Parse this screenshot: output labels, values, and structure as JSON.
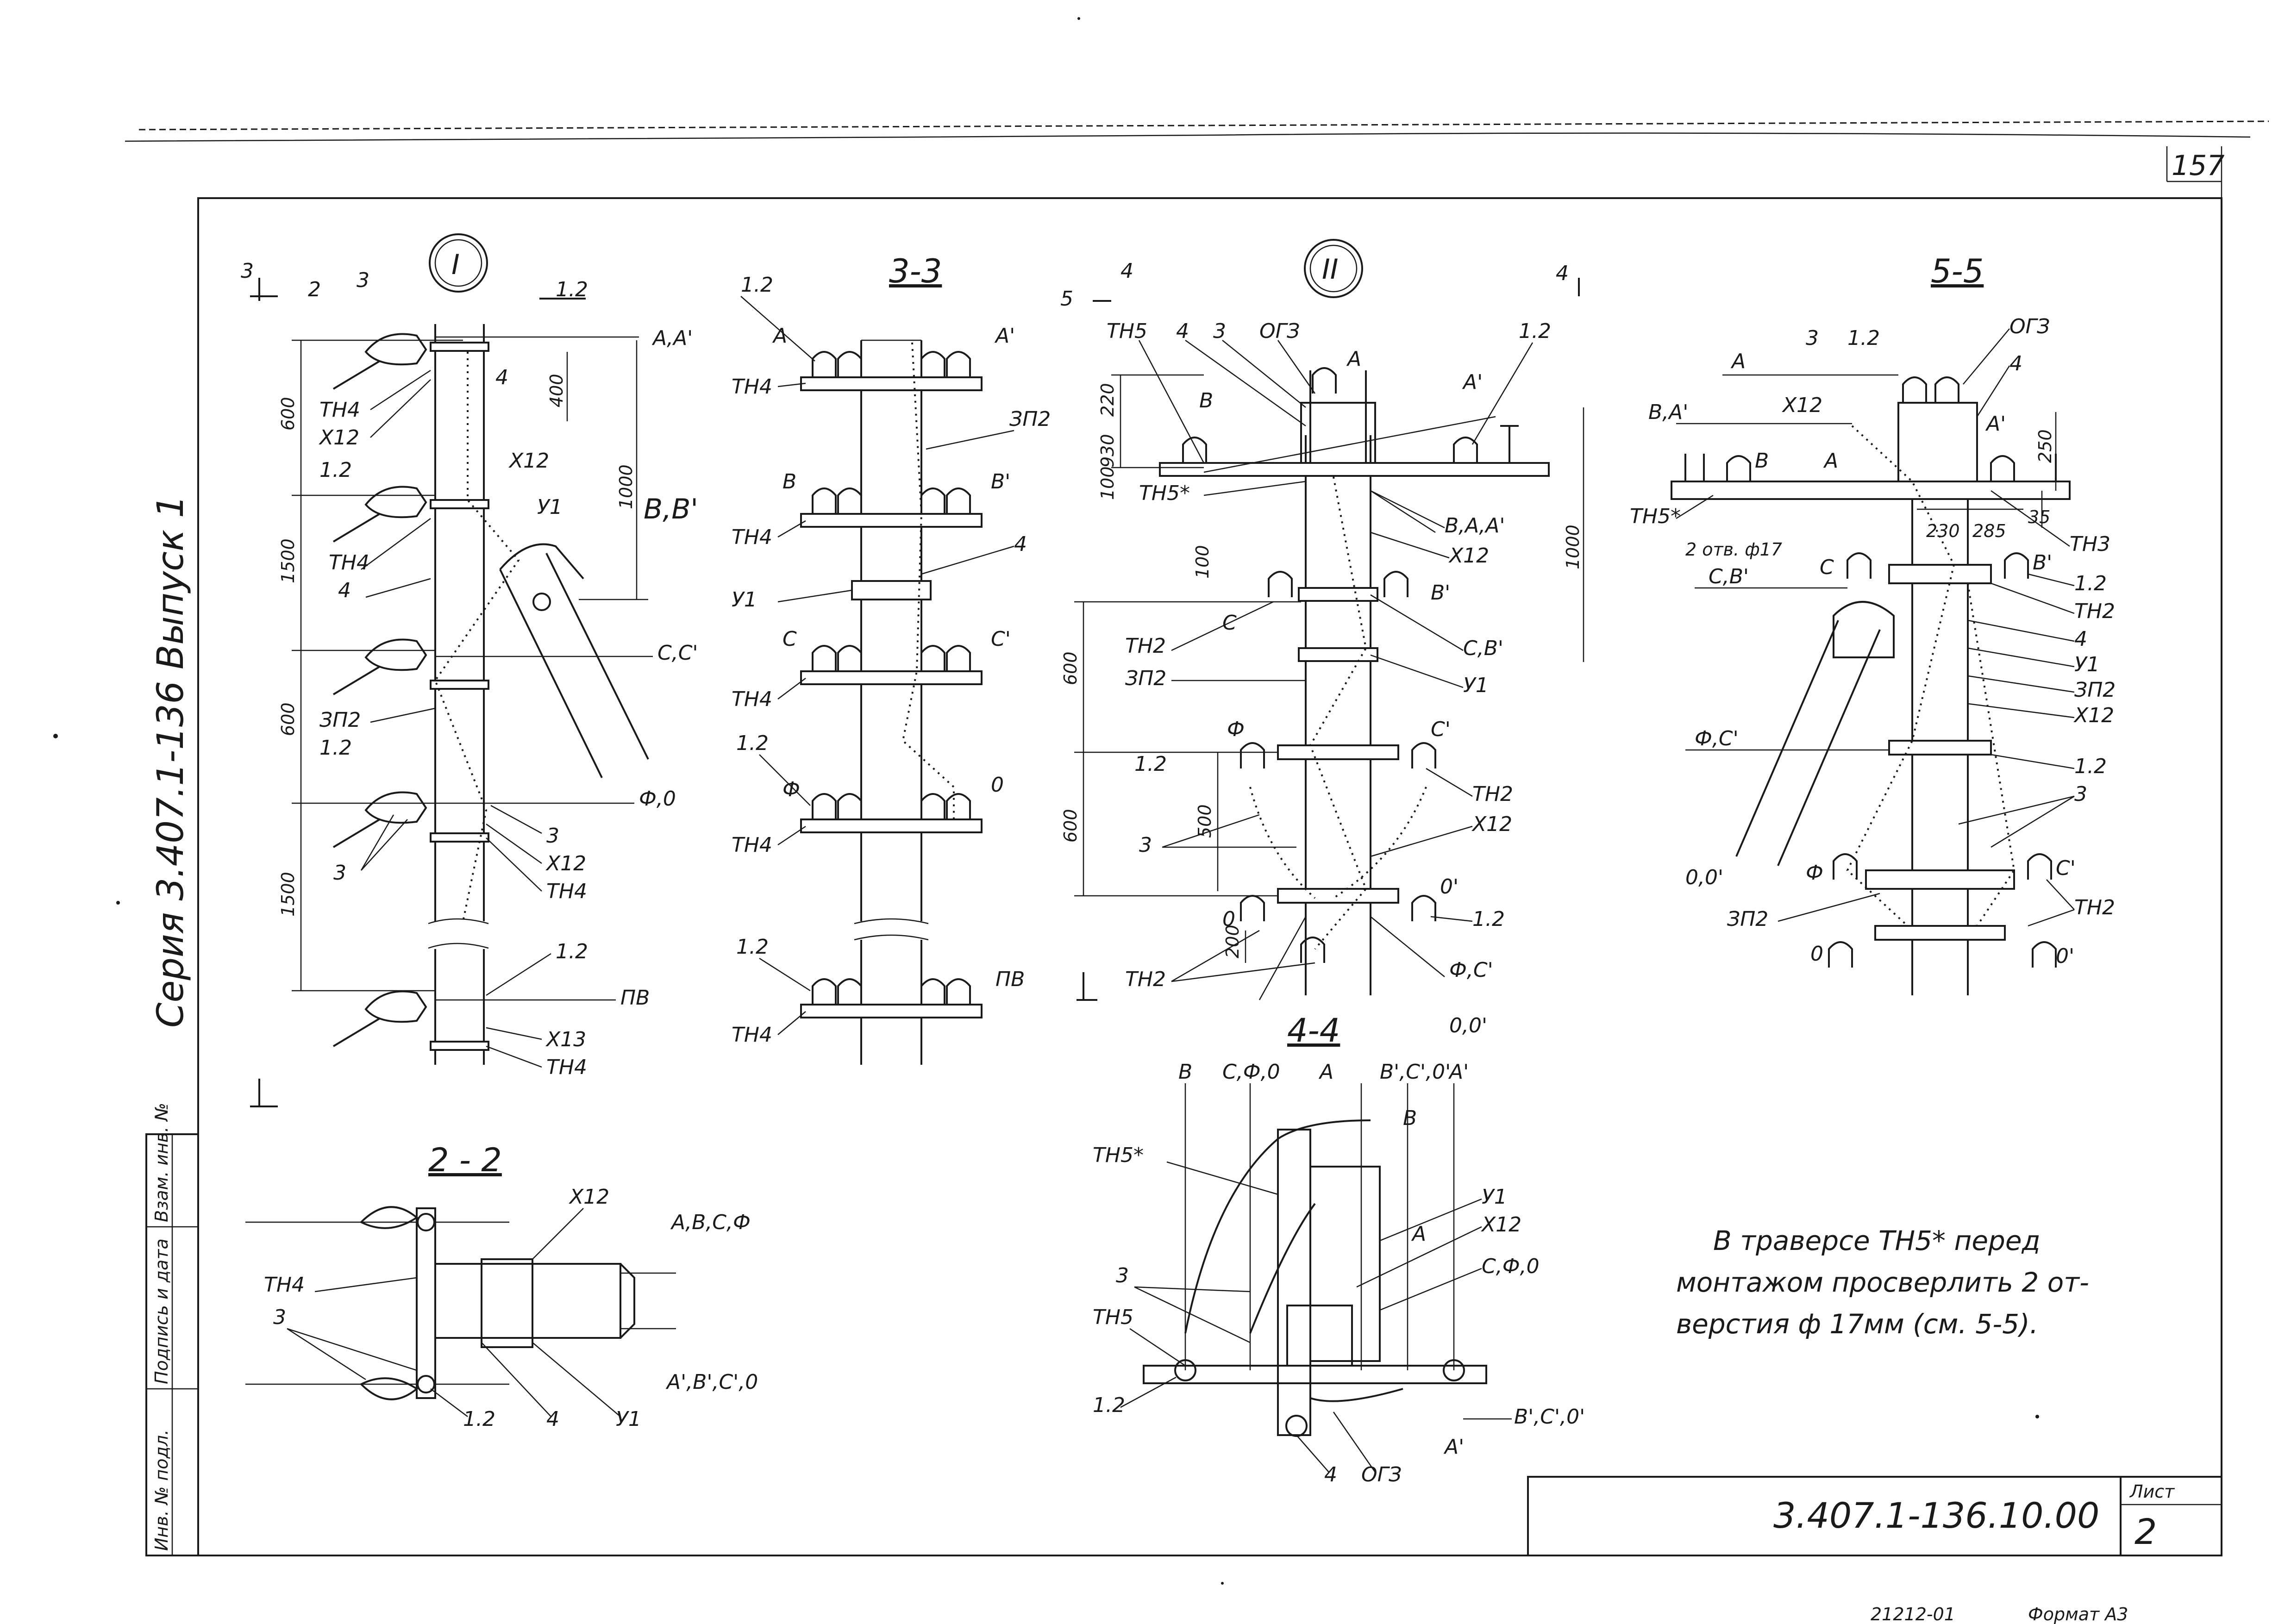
{
  "sheet": {
    "top_number": "157",
    "series_label": "Серия 3.407.1-136 Выпуск 1",
    "doc_code": "3.407.1-136.10.00",
    "sheet_label": "Лист",
    "sheet_number": "2",
    "format_text": "Формат А3",
    "bottom_stamp": "21212-01",
    "sidebar": {
      "inv_podl": "Инв. № подл.",
      "podpis": "Подпись и дата",
      "vzam": "Взам. инв. №"
    },
    "note_lines": [
      "В траверсе ТН5* перед",
      "монтажом просверлить 2 от-",
      "верстия ф 17мм (см. 5-5)."
    ]
  },
  "view_I": {
    "title": "I",
    "section_marks": [
      "3",
      "2",
      "3",
      "1.2"
    ],
    "dims": [
      "600",
      "400",
      "1000",
      "1500",
      "600",
      "1500"
    ],
    "left_labels": [
      "ТН4",
      "Х12",
      "1.2",
      "ТН4",
      "4",
      "ЗП2",
      "1.2",
      "3"
    ],
    "right_labels": [
      "А,А'",
      "Х12",
      "В,В'",
      "У1",
      "4",
      "С,С'",
      "Ф,0",
      "3",
      "Х12",
      "ТН4",
      "1.2",
      "ПВ",
      "Х13",
      "ТН4"
    ]
  },
  "view_2_2": {
    "title": "2 - 2",
    "labels": [
      "Х12",
      "А,В,С,Ф",
      "ТН4",
      "3",
      "А',В',С',0",
      "1.2",
      "4",
      "У1"
    ]
  },
  "view_3_3": {
    "title": "3-3",
    "labels": [
      "1.2",
      "А",
      "А'",
      "ТН4",
      "ЗП2",
      "В",
      "В'",
      "ТН4",
      "4",
      "У1",
      "С",
      "С'",
      "ТН4",
      "1.2",
      "Ф",
      "0",
      "ТН4",
      "1.2",
      "ПВ",
      "ТН4"
    ]
  },
  "view_II": {
    "title": "II",
    "section_marks": [
      "4",
      "5",
      "4"
    ],
    "top_labels": [
      "ТН5",
      "4",
      "3",
      "ОГЗ",
      "А",
      "1.2",
      "В",
      "А'",
      "ТН5*",
      "В,А,А'",
      "Х12"
    ],
    "dims": [
      "220",
      "930",
      "100",
      "1000",
      "100",
      "600",
      "500",
      "600",
      "200"
    ],
    "mid_labels": [
      "С",
      "В'",
      "ТН2",
      "С,В'",
      "ЗП2",
      "У1",
      "Ф",
      "С'",
      "1.2",
      "ТН2",
      "Х12",
      "3",
      "0",
      "0'",
      "1.2",
      "ТН2",
      "Ф,С'",
      "0,0'"
    ]
  },
  "view_4_4": {
    "title": "4-4",
    "top_labels": [
      "В",
      "С,Ф,0",
      "А",
      "В',С',0'",
      "А'",
      "В"
    ],
    "labels": [
      "ТН5*",
      "У1",
      "Х12",
      "А",
      "С,Ф,0",
      "3",
      "ТН5",
      "1.2",
      "В',С',0'",
      "А'",
      "4",
      "ОГЗ"
    ]
  },
  "view_5_5": {
    "title": "5-5",
    "labels": [
      "А",
      "3",
      "1.2",
      "ОГЗ",
      "4",
      "Х12",
      "В,А'",
      "250",
      "А'",
      "В",
      "А",
      "ТН5*",
      "2 отв. ф17",
      "230",
      "285",
      "35",
      "ТН3",
      "С,В'",
      "С",
      "В'",
      "1.2",
      "ТН2",
      "4",
      "У1",
      "ЗП2",
      "Х12",
      "Ф,С'",
      "1.2",
      "3",
      "0,0'",
      "Ф",
      "С'",
      "ЗП2",
      "ТН2",
      "0",
      "0'"
    ]
  }
}
